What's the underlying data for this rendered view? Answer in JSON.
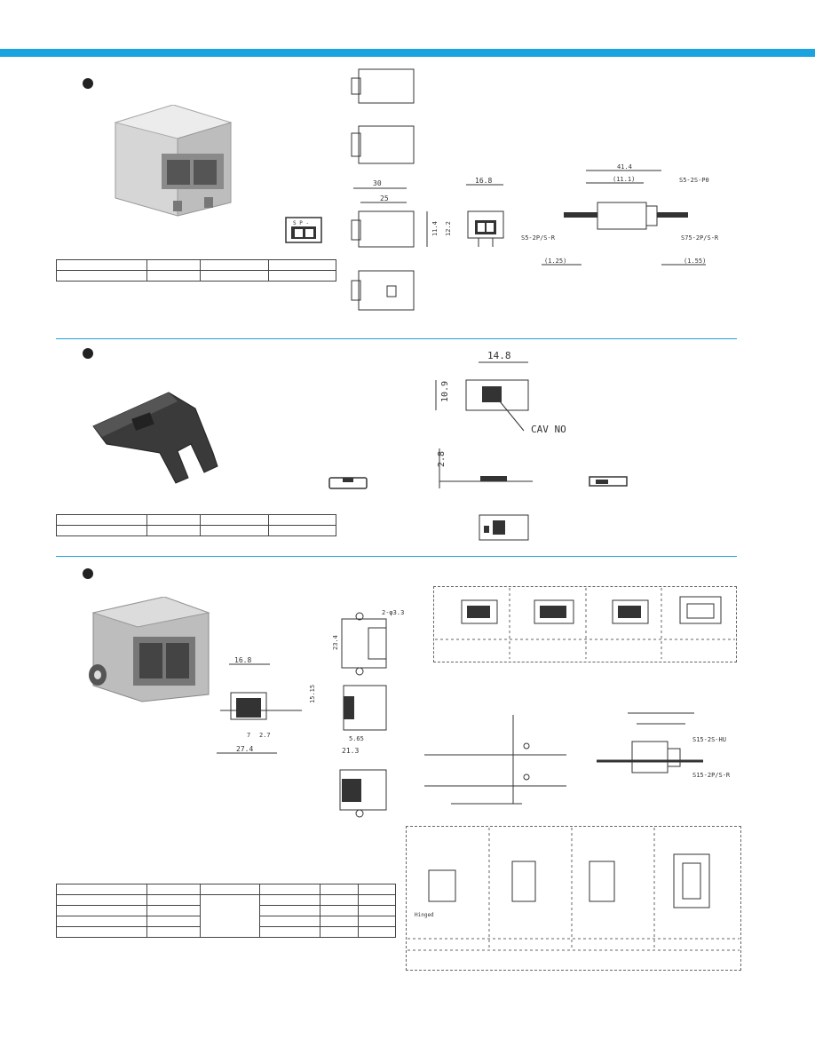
{
  "colors": {
    "accent": "#1ba3e0",
    "ink": "#222222",
    "photo": "#c9c9c9"
  },
  "section1": {
    "dims": {
      "len30": "30",
      "len25": "25",
      "h11_4": "11.4",
      "h12_2": "12.2",
      "w16_8": "16.8",
      "w41_4": "41.4",
      "w11_1": "(11.1)",
      "c1_25a": "(1.25)",
      "c1_25b": "(1.55)"
    },
    "parts": {
      "socket": "S5-2S-P0",
      "plug_r": "S5-2P/S-R",
      "plug_r2": "S75-2P/S-R",
      "label": "S P -"
    }
  },
  "section2": {
    "dims": {
      "w14_8": "14.8",
      "h10_9": "10.9",
      "h2_8": "2.8"
    },
    "cav_label": "CAV NO"
  },
  "section3": {
    "dims": {
      "w16_8": "16.8",
      "h23_4": "23.4",
      "h15_15": "15.15",
      "p7": "7",
      "p2_7": "2.7",
      "w27_4": "27.4",
      "w21_3": "21.3",
      "d5_65": "5.65",
      "d2_3_3": "2-φ3.3"
    },
    "labels": {
      "housing": "S15-2S-HU",
      "plug": "S15-2P/S-R",
      "note": "Hinged"
    }
  }
}
